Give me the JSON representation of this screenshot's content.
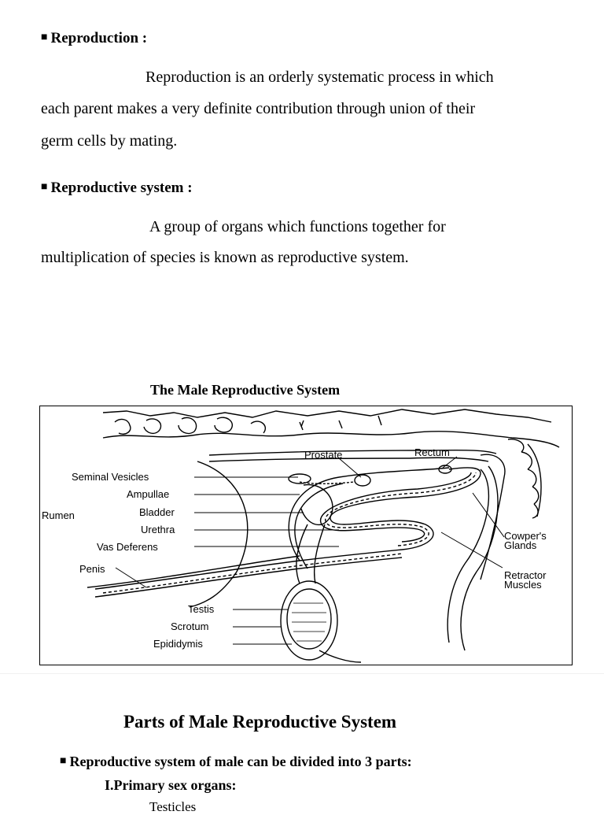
{
  "sections": {
    "reproduction": {
      "heading": "Reproduction :",
      "line1": "Reproduction is an orderly systematic process in which",
      "line2": "each parent makes a very definite contribution through union of their",
      "line3": "germ cells by mating."
    },
    "reproductive_system": {
      "heading": "Reproductive system :",
      "line1": "A group of organs which functions together for",
      "line2": "multiplication of species is known as reproductive system."
    }
  },
  "figure": {
    "title": "The Male Reproductive System",
    "labels": {
      "prostate": "Prostate",
      "rectum": "Rectum",
      "seminal_vesicles": "Seminal Vesicles",
      "ampullae": "Ampullae",
      "bladder": "Bladder",
      "rumen": "Rumen",
      "urethra": "Urethra",
      "vas_deferens": "Vas Deferens",
      "penis": "Penis",
      "cowpers_1": "Cowper's",
      "cowpers_2": "Glands",
      "retractor_1": "Retractor",
      "retractor_2": "Muscles",
      "testis": "Testis",
      "scrotum": "Scrotum",
      "epididymis": "Epididymis"
    }
  },
  "parts": {
    "title": "Parts of Male Reproductive System",
    "intro": "Reproductive system of male can be divided into 3 parts:",
    "primary": "I.Primary sex organs:",
    "testicles": "Testicles"
  }
}
